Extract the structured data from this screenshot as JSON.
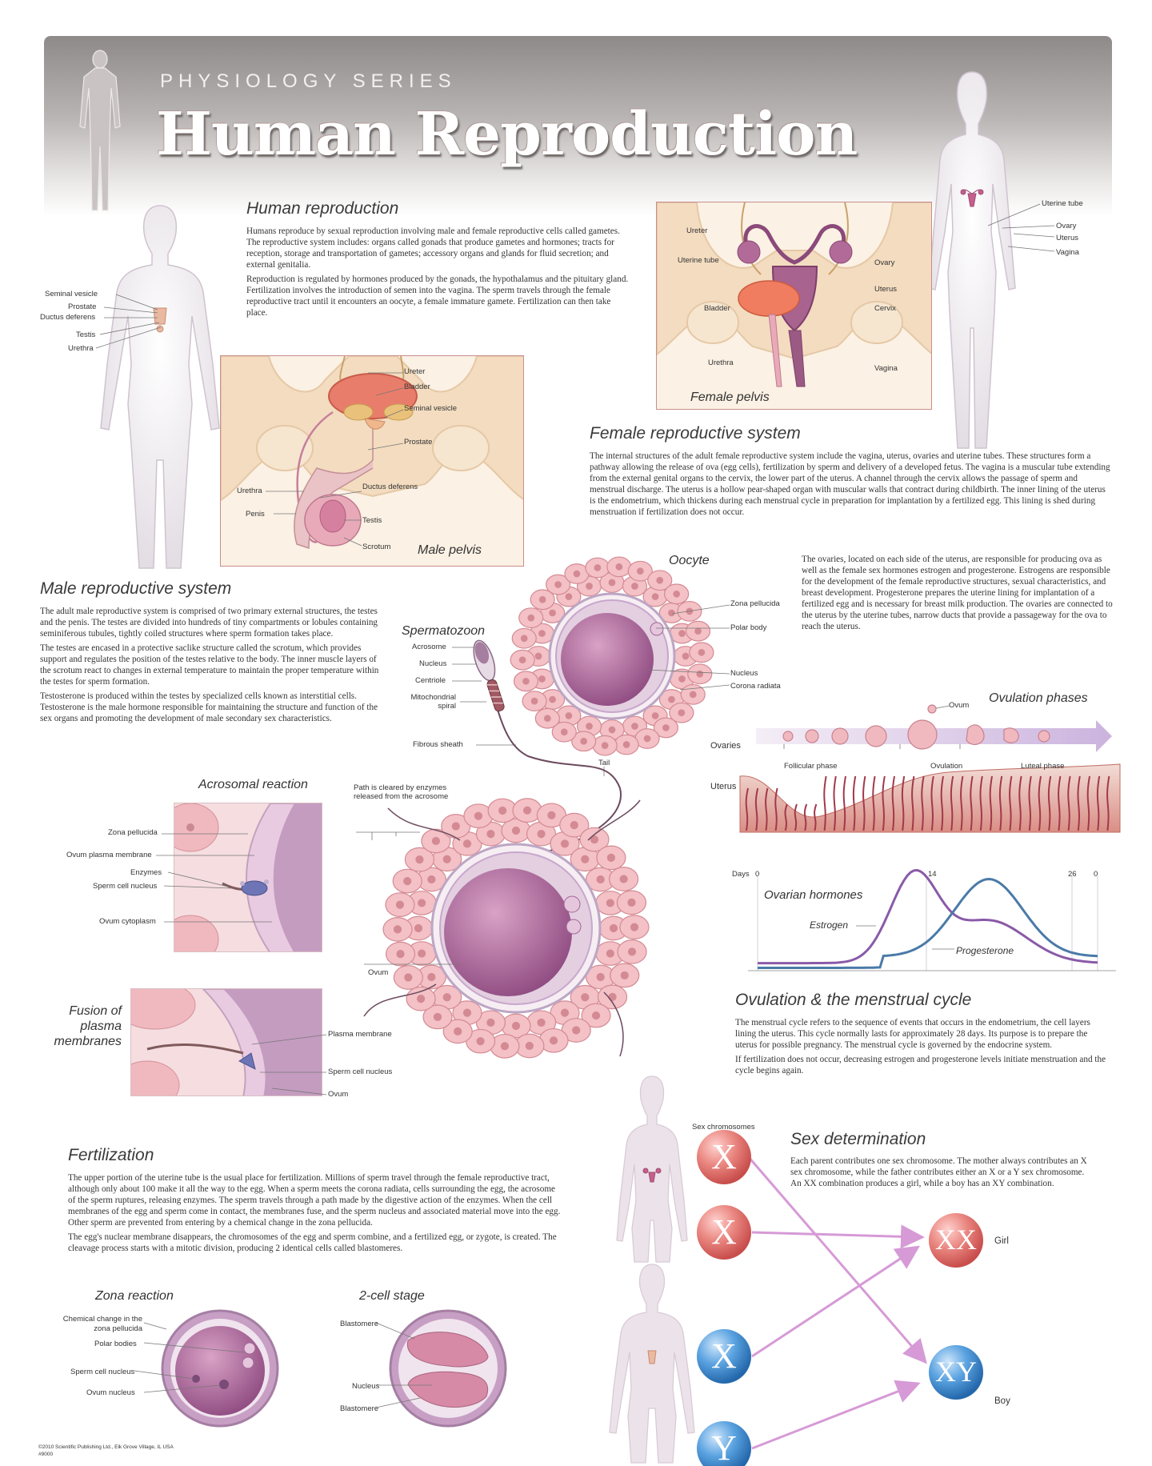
{
  "header": {
    "series": "PHYSIOLOGY SERIES",
    "title": "Human Reproduction"
  },
  "human_reproduction": {
    "title": "Human reproduction",
    "p1": "Humans reproduce by sexual reproduction involving male and female reproductive cells called gametes. The reproductive system includes: organs called gonads that produce gametes and hormones; tracts for reception, storage and transportation of gametes; accessory organs and glands for fluid secretion; and external genitalia.",
    "p2": "Reproduction is regulated by hormones produced by the gonads, the hypothalamus and the pituitary gland. Fertilization involves the introduction of semen into the vagina. The sperm travels through the female reproductive tract until it encounters an oocyte, a female immature gamete. Fertilization can then take place."
  },
  "male_figure_labels": {
    "seminal_vesicle": "Seminal vesicle",
    "prostate": "Prostate",
    "ductus_deferens": "Ductus deferens",
    "testis": "Testis",
    "urethra": "Urethra"
  },
  "male_pelvis": {
    "caption": "Male pelvis",
    "ureter": "Ureter",
    "bladder": "Bladder",
    "seminal_vesicle": "Seminal vesicle",
    "prostate": "Prostate",
    "urethra": "Urethra",
    "ductus_deferens": "Ductus deferens",
    "penis": "Penis",
    "testis": "Testis",
    "scrotum": "Scrotum"
  },
  "female_pelvis": {
    "caption": "Female pelvis",
    "ureter": "Ureter",
    "uterine_tube": "Uterine tube",
    "ovary": "Ovary",
    "uterus": "Uterus",
    "bladder": "Bladder",
    "cervix": "Cervix",
    "urethra": "Urethra",
    "vagina": "Vagina"
  },
  "female_figure_labels": {
    "uterine_tube": "Uterine tube",
    "ovary": "Ovary",
    "uterus": "Uterus",
    "vagina": "Vagina"
  },
  "female_system": {
    "title": "Female reproductive system",
    "p1": "The internal structures of the adult female reproductive system include the vagina, uterus, ovaries and uterine tubes. These structures form a pathway allowing the release of ova (egg cells), fertilization by sperm and delivery of a developed fetus. The vagina is a muscular tube extending from the external genital organs to the cervix, the lower part of the uterus. A channel through the cervix allows the passage of sperm and menstrual discharge. The uterus is a hollow pear-shaped organ with muscular walls that contract during childbirth. The inner lining of the uterus is the endometrium, which thickens during each menstrual cycle in preparation for implantation by a fertilized egg. This lining is shed during menstruation if fertilization does not occur.",
    "p2": "The ovaries, located on each side of the uterus, are responsible for producing ova as well as the female sex hormones estrogen and progesterone. Estrogens are responsible for the development of the female reproductive structures, sexual characteristics, and breast development. Progesterone prepares the uterine lining for implantation of a fertilized egg and is necessary for breast milk production. The ovaries are connected to the uterus by the uterine tubes, narrow ducts that provide a passageway for the ova to reach the uterus."
  },
  "male_system": {
    "title": "Male reproductive system",
    "p1": "The adult male reproductive system is comprised of two primary external structures, the testes and the penis. The testes are divided into hundreds of tiny compartments or lobules containing seminiferous tubules, tightly coiled structures where sperm formation takes place.",
    "p2": "The testes are encased in a protective saclike structure called the scrotum, which provides support and regulates the position of the testes relative to the body. The inner muscle layers of the scrotum react to changes in external temperature to maintain the proper temperature within the testes for sperm formation.",
    "p3": "Testosterone is produced within the testes by specialized cells known as interstitial cells. Testosterone is the male hormone responsible for maintaining the structure and function of the sex organs and promoting the development of male secondary sex characteristics."
  },
  "oocyte": {
    "title": "Oocyte",
    "zona_pellucida": "Zona pellucida",
    "polar_body": "Polar body",
    "nucleus": "Nucleus",
    "corona_radiata": "Corona radiata"
  },
  "spermatozoon": {
    "title": "Spermatozoon",
    "acrosome": "Acrosome",
    "nucleus": "Nucleus",
    "centriole": "Centriole",
    "mitochondrial_spiral": "Mitochondrial spiral",
    "fibrous_sheath": "Fibrous sheath",
    "tail": "Tail"
  },
  "acrosomal_reaction": {
    "title": "Acrosomal reaction",
    "path_note": "Path is cleared by enzymes released from the acrosome",
    "zona_pellucida": "Zona pellucida",
    "ovum_plasma_membrane": "Ovum plasma membrane",
    "enzymes": "Enzymes",
    "sperm_cell_nucleus": "Sperm cell nucleus",
    "ovum_cytoplasm": "Ovum cytoplasm",
    "ovum": "Ovum"
  },
  "fusion": {
    "title": "Fusion of plasma membranes",
    "plasma_membrane": "Plasma membrane",
    "sperm_cell_nucleus": "Sperm cell nucleus",
    "ovum": "Ovum"
  },
  "ovulation_phases": {
    "title": "Ovulation phases",
    "ovum": "Ovum",
    "ovaries": "Ovaries",
    "uterus": "Uterus",
    "follicular": "Follicular phase",
    "ovulation": "Ovulation",
    "luteal": "Luteal phase",
    "days": "Days",
    "ticks": [
      "0",
      "14",
      "26",
      "0"
    ],
    "hormones_title": "Ovarian hormones",
    "estrogen": "Estrogen",
    "progesterone": "Progesterone"
  },
  "menstrual": {
    "title": "Ovulation & the menstrual cycle",
    "p1": "The menstrual cycle refers to the sequence of events that occurs in the endometrium, the cell layers lining the uterus. This cycle normally lasts for approximately 28 days. Its purpose is to prepare the uterus for possible pregnancy. The menstrual cycle is governed by the endocrine system.",
    "p2": "If fertilization does not occur, decreasing estrogen and progesterone levels initiate menstruation and the cycle begins again."
  },
  "fertilization": {
    "title": "Fertilization",
    "p1": "The upper portion of the uterine tube is the usual place for fertilization. Millions of sperm travel through the female reproductive tract, although only about 100 make it all the way to the egg. When a sperm meets the corona radiata, cells surrounding the egg, the acrosome of the sperm ruptures, releasing enzymes. The sperm travels through a path made by the digestive action of the enzymes. When the cell membranes of the egg and sperm come in contact, the membranes fuse, and the sperm nucleus and associated material move into the egg. Other sperm are prevented from entering by a chemical change in the zona pellucida.",
    "p2": "The egg's nuclear membrane disappears, the chromosomes of the egg and sperm combine, and a fertilized egg, or zygote, is created. The cleavage process starts with a mitotic division, producing 2 identical cells called blastomeres."
  },
  "zona_reaction": {
    "title": "Zona reaction",
    "chemical_change": "Chemical change in the zona pellucida",
    "polar_bodies": "Polar bodies",
    "sperm_cell_nucleus": "Sperm cell nucleus",
    "ovum_nucleus": "Ovum nucleus"
  },
  "two_cell": {
    "title": "2-cell stage",
    "blastomere_top": "Blastomere",
    "nucleus": "Nucleus",
    "blastomere_bottom": "Blastomere"
  },
  "sex_determination": {
    "title": "Sex determination",
    "chromosomes_label": "Sex chromosomes",
    "text": "Each parent contributes one sex chromosome. The mother always contributes an X sex chromosome, while the father contributes either an X or a Y sex chromosome. An XX combination produces a girl, while a boy has an XY combination.",
    "x1": "X",
    "x2": "X",
    "x3": "X",
    "y": "Y",
    "xx": "XX",
    "xy": "XY",
    "girl": "Girl",
    "boy": "Boy"
  },
  "copyright": {
    "line1": "©2010 Scientific Publishing Ltd., Elk Grove Village, IL USA",
    "line2": "#9000"
  },
  "colors": {
    "accent": "#8a4a7a",
    "pink": "#e07c7c",
    "blue": "#3a86c8",
    "estrogen": "#8a5aa8",
    "progesterone": "#4a7aa8"
  }
}
